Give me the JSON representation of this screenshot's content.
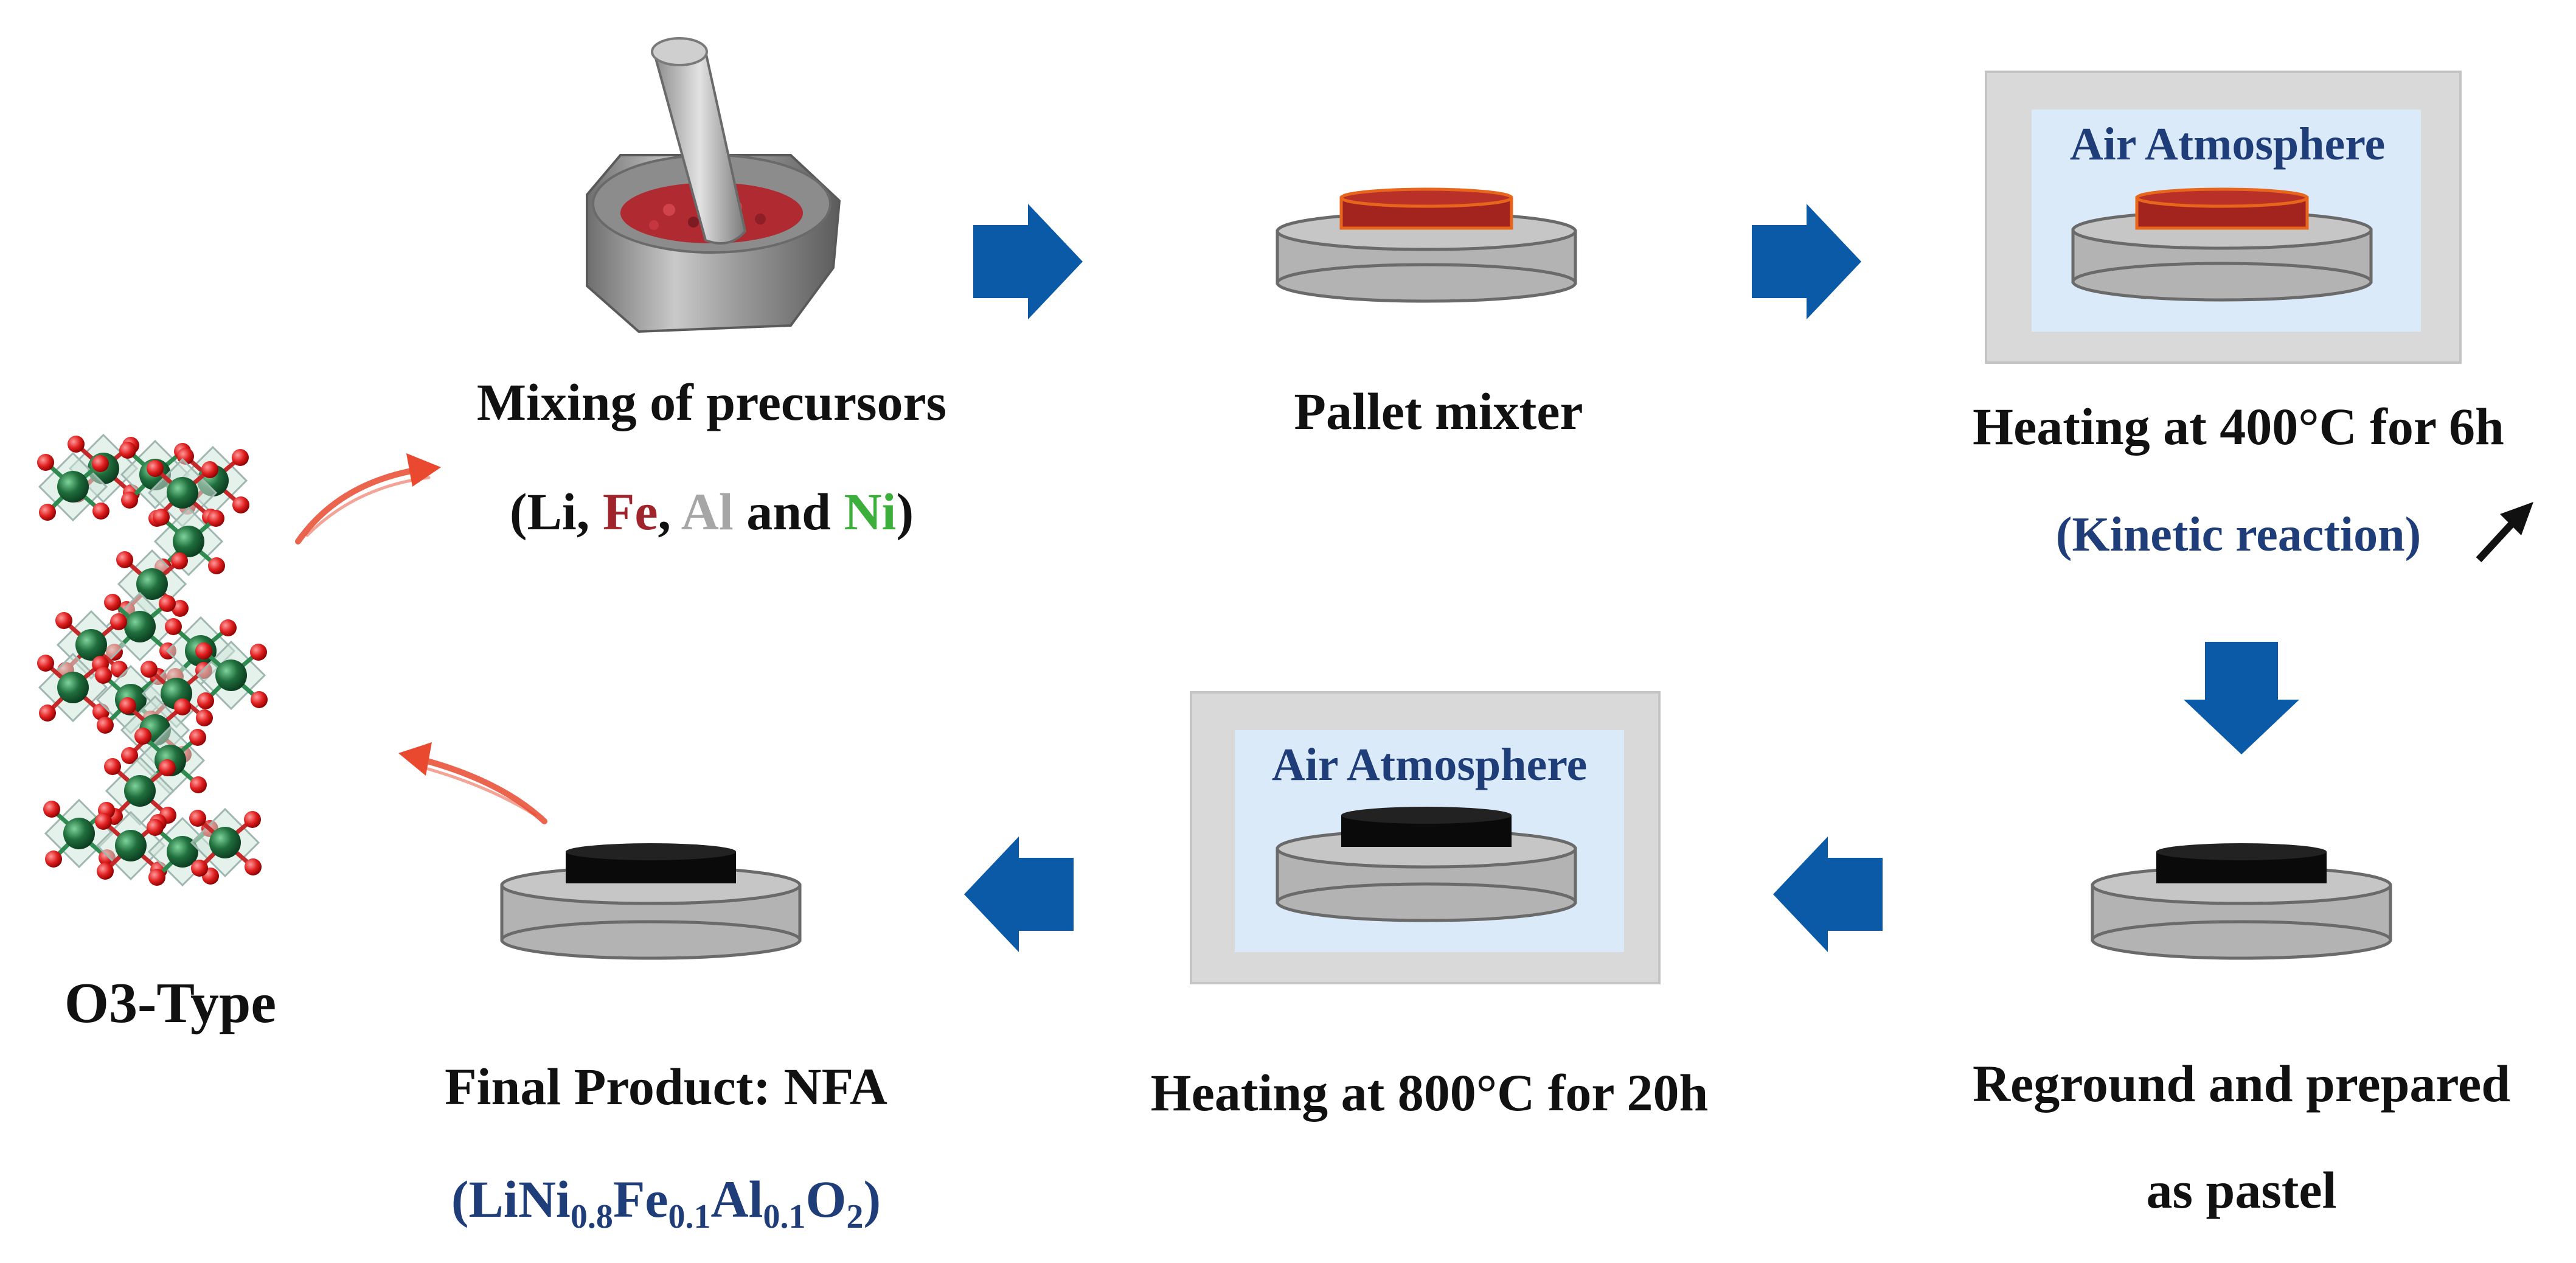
{
  "colors": {
    "arrow": "#0a5aa8",
    "navy_text": "#1f3d78",
    "iron": "#a0242b",
    "aluminium": "#a6a6a6",
    "nickel": "#3cae3c",
    "pellet_red": "#a3241f",
    "pellet_black": "#0a0a0a",
    "plate": "#b3b3b3",
    "furnace_outer": "#d9d9d9",
    "furnace_inner": "#daeaf8"
  },
  "icons": {
    "mortar": "mortar-and-pestle-icon",
    "pellet": "pellet-on-plate-icon",
    "furnace": "furnace-box-icon",
    "crystal": "o3-layered-crystal-structure-icon"
  },
  "steps": {
    "mixing": {
      "title": "Mixing of precursors",
      "open": "(",
      "li": "Li, ",
      "fe": "Fe",
      "c1": ", ",
      "al": "Al",
      "and": " and ",
      "ni": "Ni",
      "close": ")"
    },
    "pallet": {
      "title": "Pallet mixter"
    },
    "heat1": {
      "atmosphere": "Air Atmosphere",
      "title": "Heating at 400°C for 6h",
      "note": "(Kinetic reaction)"
    },
    "reground": {
      "line1": "Reground and prepared",
      "line2": "as pastel"
    },
    "heat2": {
      "atmosphere": "Air Atmosphere",
      "title": "Heating at 800°C for 20h"
    },
    "final": {
      "title": "Final Product:  NFA",
      "f_open": "(LiNi",
      "s1": "0.8",
      "f_fe": "Fe",
      "s2": "0.1",
      "f_al": "Al",
      "s3": "0.1",
      "f_o": "O",
      "s4": "2",
      "f_close": ")"
    },
    "structure": {
      "title": "O3-Type"
    }
  }
}
